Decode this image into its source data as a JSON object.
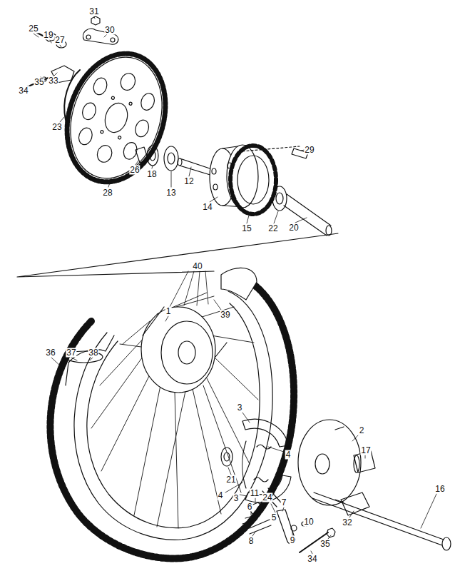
{
  "diagram": {
    "labels": [
      "25",
      "19",
      "31",
      "30",
      "27",
      "33",
      "35",
      "34",
      "23",
      "28",
      "26",
      "18",
      "13",
      "12",
      "29",
      "14",
      "15",
      "22",
      "20",
      "40",
      "39",
      "1",
      "36",
      "37",
      "38",
      "2",
      "3",
      "4",
      "21",
      "4",
      "3",
      "5",
      "17",
      "11",
      "24",
      "7",
      "6",
      "8",
      "9",
      "10",
      "34",
      "35",
      "32",
      "16"
    ]
  }
}
